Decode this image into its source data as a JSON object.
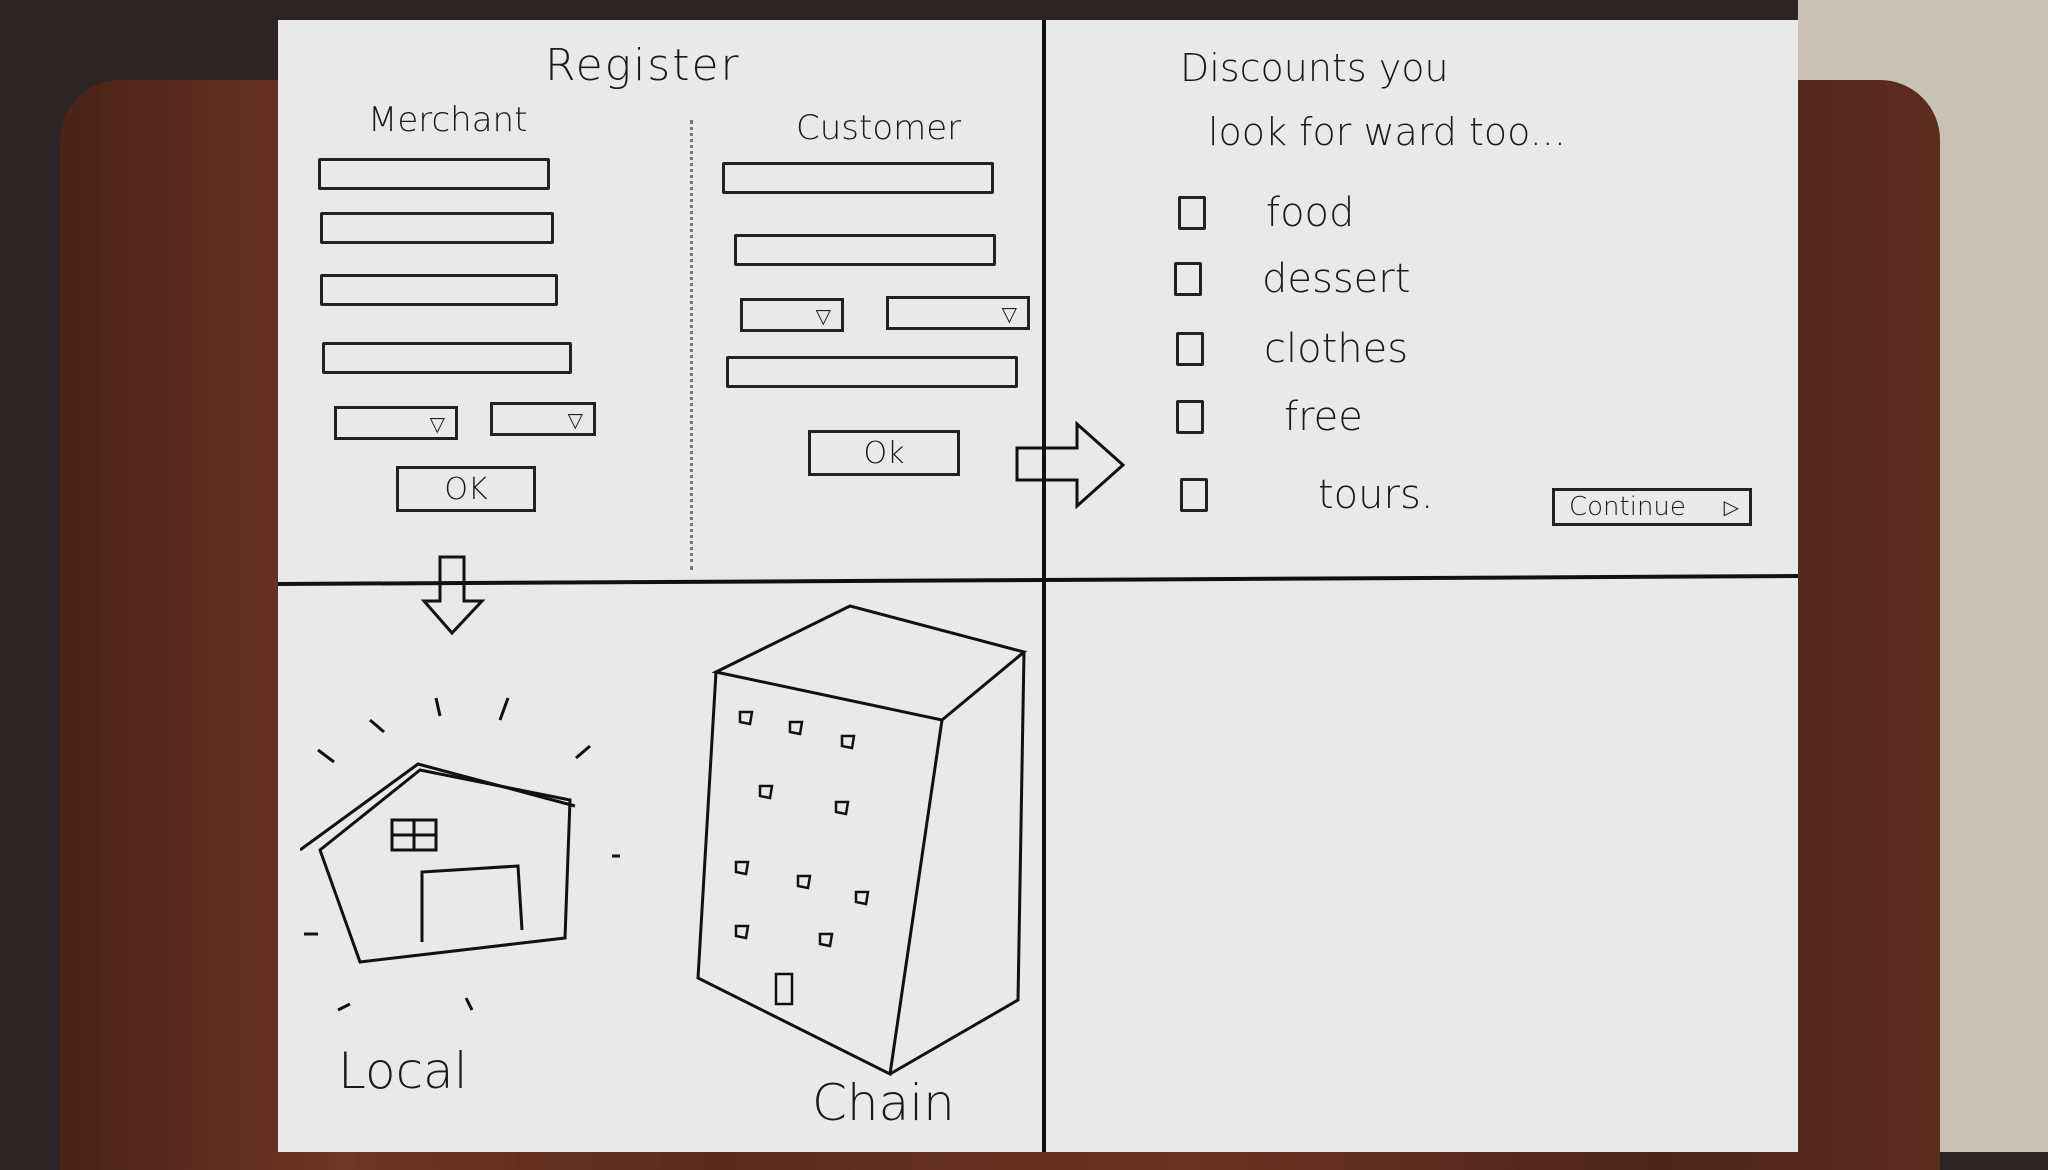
{
  "register": {
    "title": "Register",
    "merchant_label": "Merchant",
    "customer_label": "Customer",
    "merchant_ok": "OK",
    "customer_ok": "Ok"
  },
  "discounts": {
    "line1": "Discounts you",
    "line2": "look for ward too...",
    "options": [
      "food",
      "dessert",
      "clothes",
      "free",
      "tours."
    ],
    "continue_label": "Continue"
  },
  "stores": {
    "local_label": "Local",
    "chain_label": "Chain"
  },
  "icons": {
    "select": "dropdown-triangle-icon",
    "continue": "play-triangle-icon",
    "arrow_right": "arrow-right-icon",
    "arrow_down": "arrow-down-icon"
  }
}
